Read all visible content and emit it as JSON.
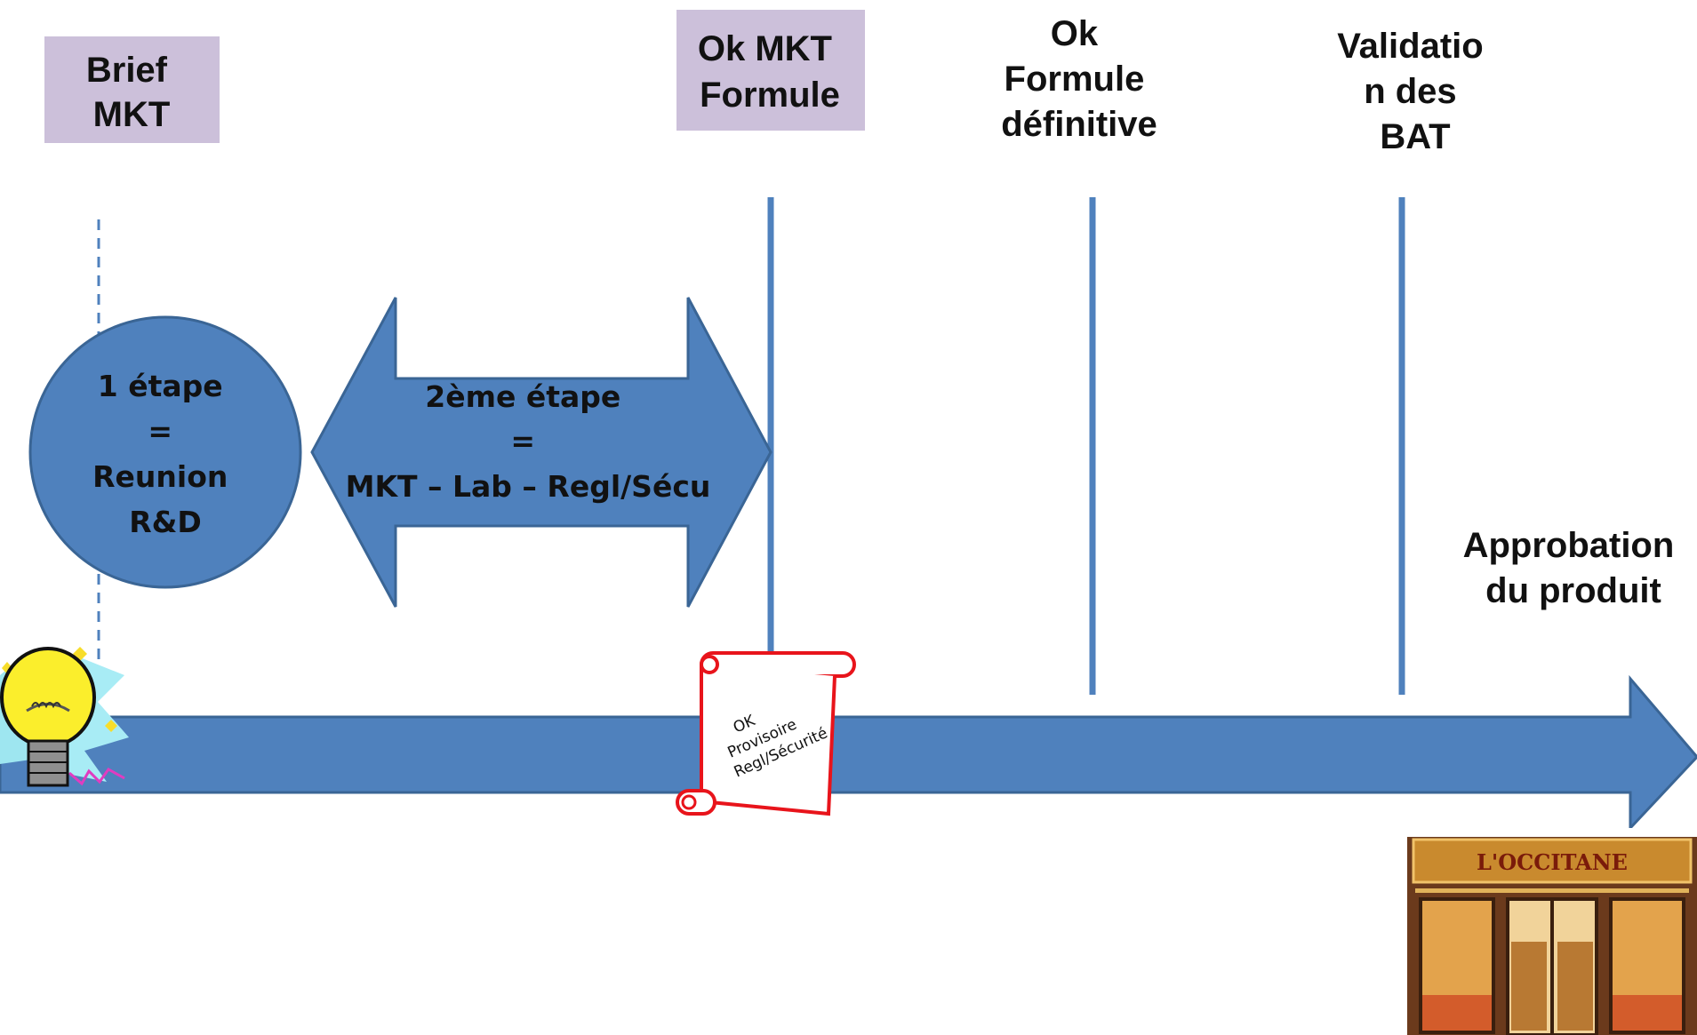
{
  "milestones": {
    "brief": [
      "Brief",
      "MKT"
    ],
    "ok_mkt": [
      "Ok MKT",
      "Formule"
    ],
    "ok_formule": [
      "Ok",
      "Formule",
      "définitive"
    ],
    "validation": [
      "Validatio",
      "n des",
      "BAT"
    ],
    "approbation": [
      "Approbation",
      "du produit"
    ]
  },
  "step1": [
    "1 étape",
    "=",
    "Reunion",
    "R&D"
  ],
  "step2": [
    "2ème étape",
    "=",
    "MKT – Lab – Regl/Sécu"
  ],
  "scroll": [
    "OK",
    "Provisoire",
    "Regl/Sécurité"
  ],
  "store_sign": "L'OCCITANE",
  "colors": {
    "blue": "#4f81bd",
    "blue_border": "#3a6595",
    "lavender": "#ccc0da",
    "scroll_red": "#e8141b"
  }
}
